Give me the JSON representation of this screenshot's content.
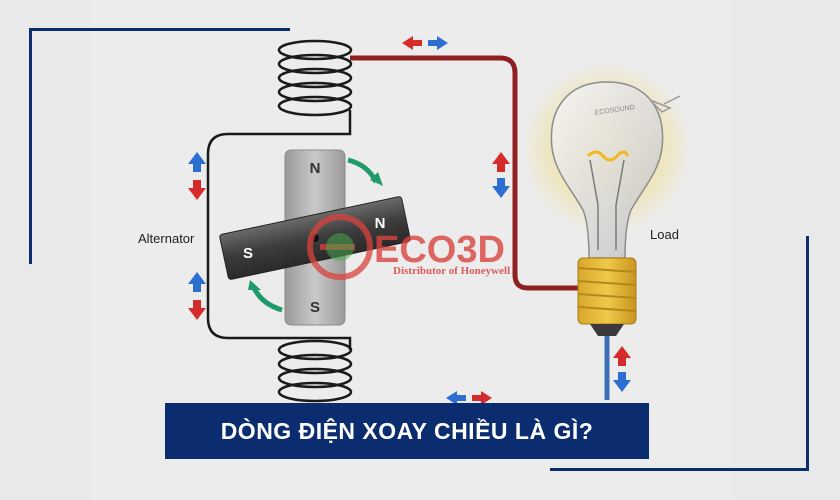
{
  "diagram": {
    "alternator_label": "Alternator",
    "load_label": "Load",
    "pole_n_top": "N",
    "pole_s_bottom": "S",
    "magnet_n": "N",
    "magnet_s": "S",
    "bulb_brand_text": "ECOSOUND"
  },
  "watermark": {
    "brand": "ECO3D",
    "tagline": "Distributor of Honeywell"
  },
  "banner": {
    "title": "DÒNG ĐIỆN XOAY CHIỀU LÀ GÌ?"
  },
  "colors": {
    "frame": "#0b2c6e",
    "arrow_red": "#d62b2b",
    "arrow_blue": "#2c6fd1",
    "wire_red": "#8e2020",
    "wire_blue": "#3b6fb6",
    "rotation_arrow": "#1f9a6a"
  }
}
